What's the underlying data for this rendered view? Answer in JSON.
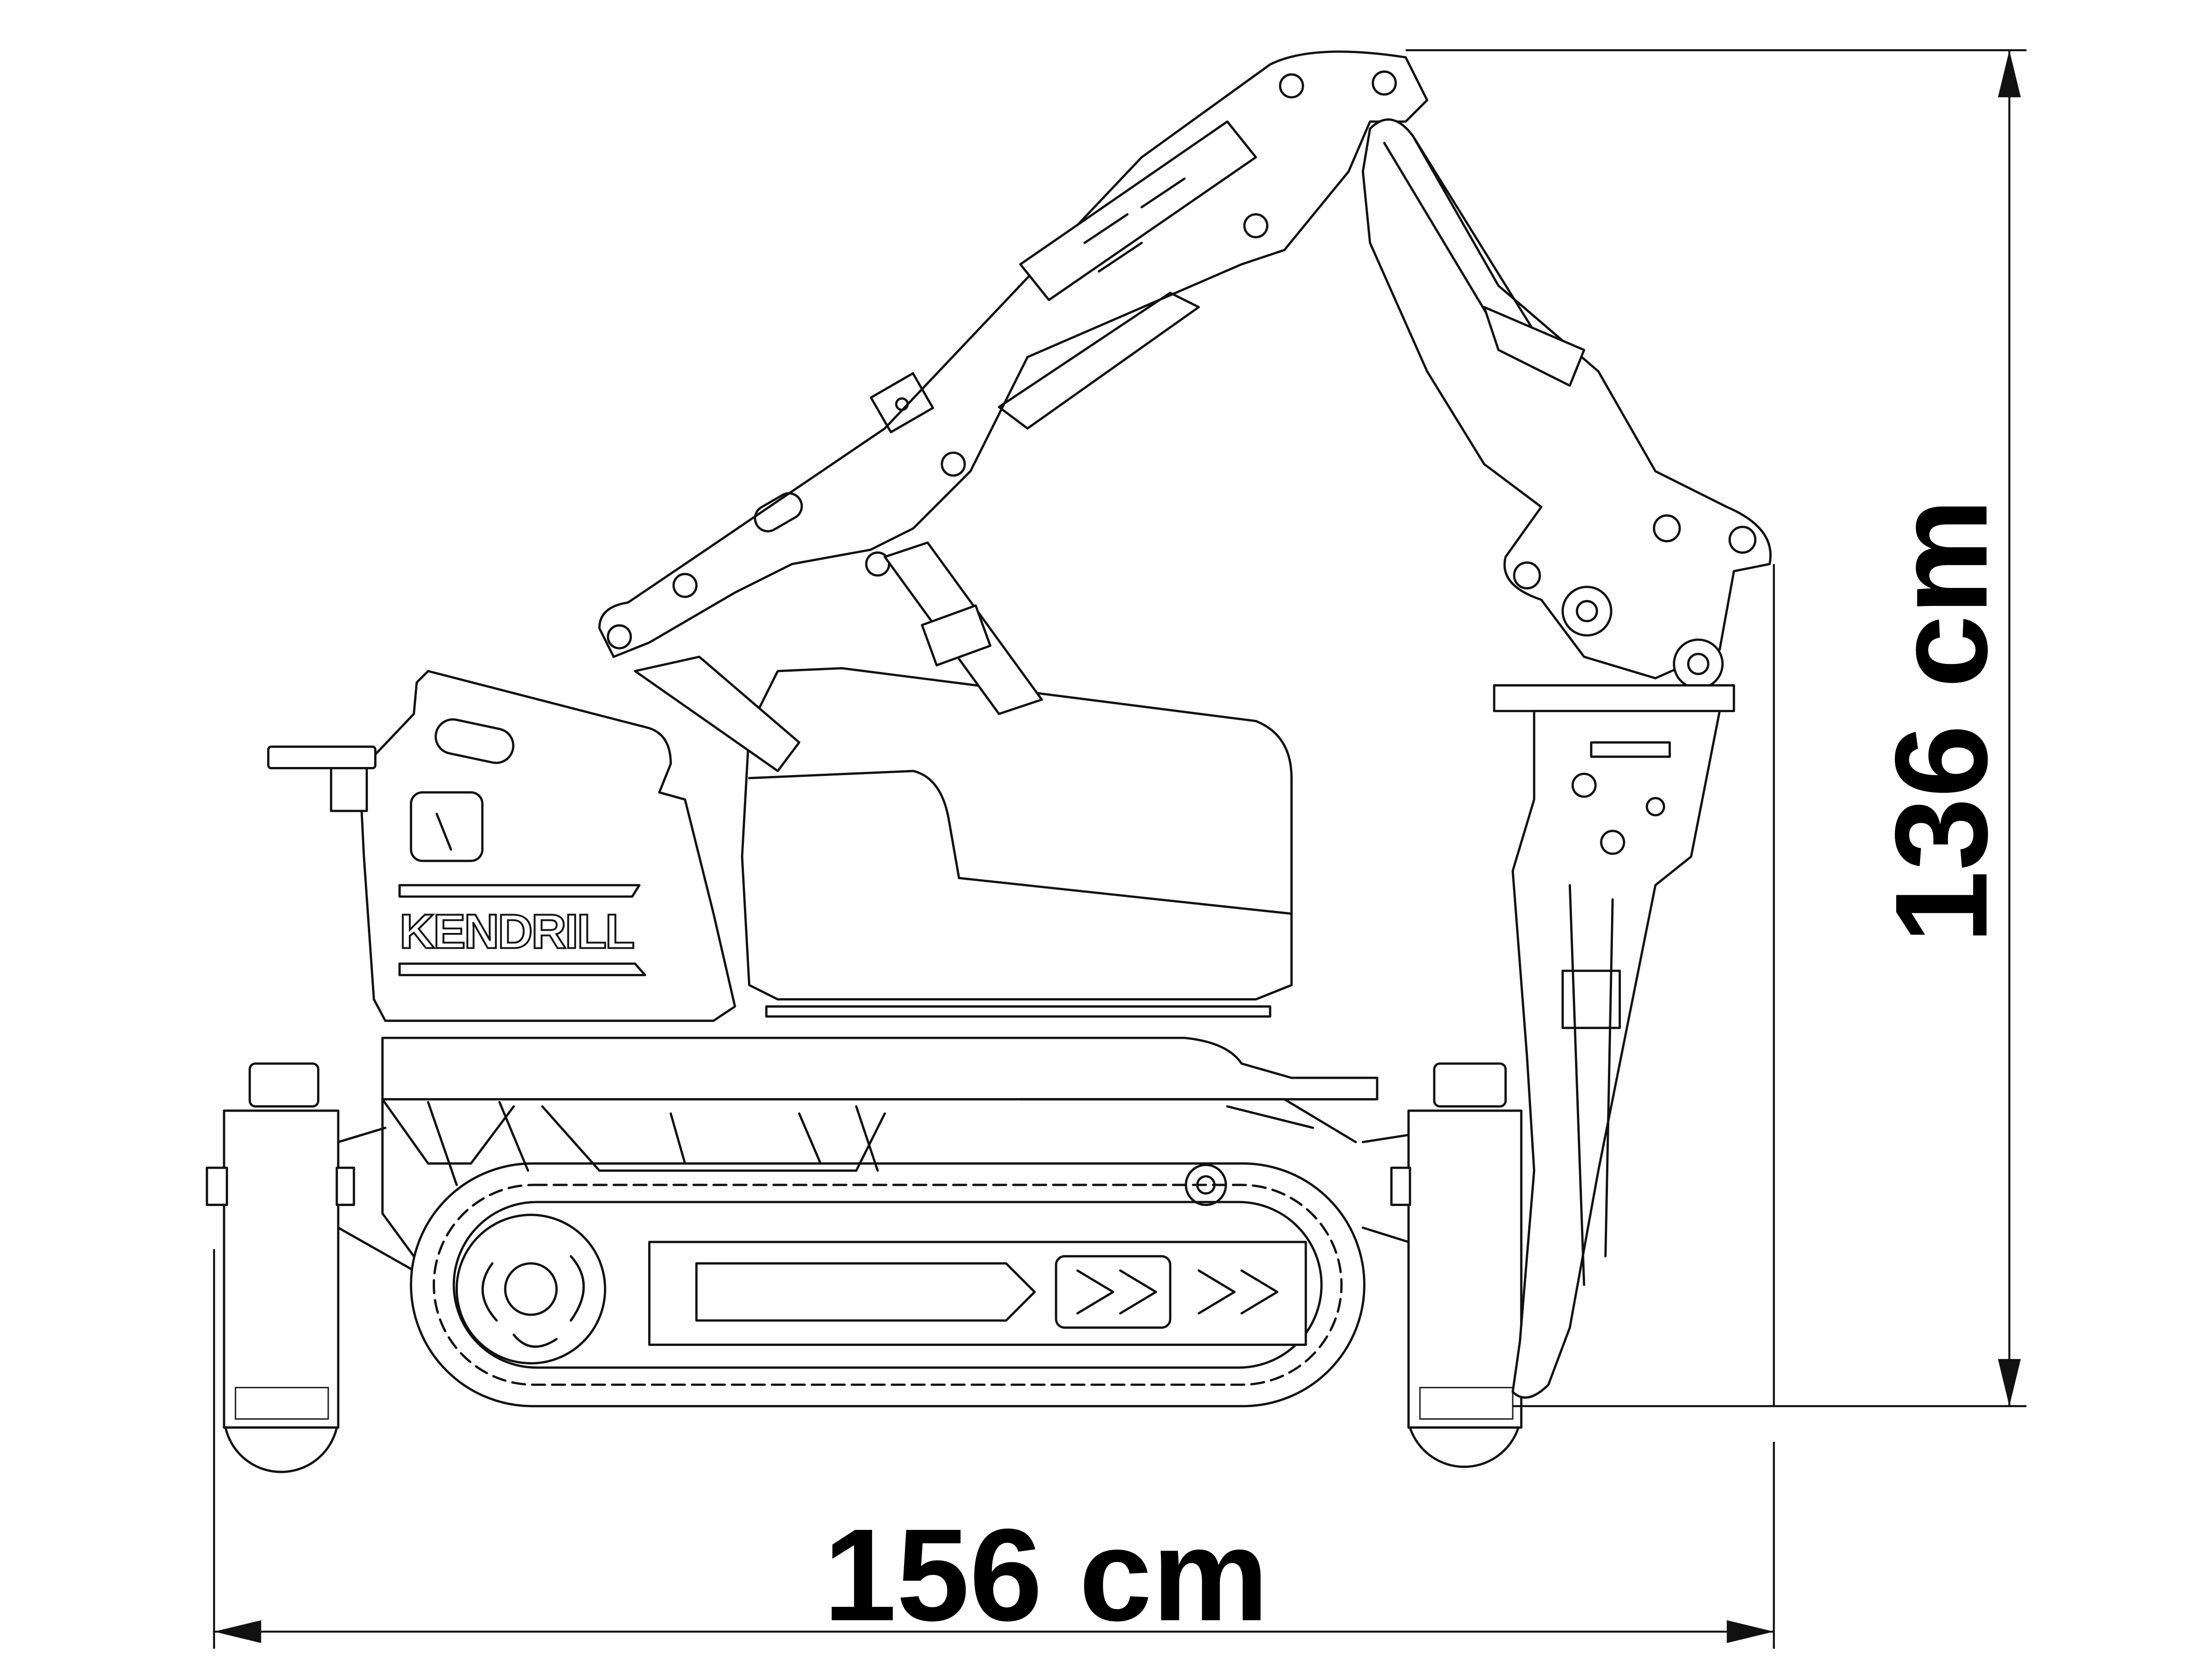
{
  "brand": "KENDRILL",
  "dimensions": {
    "height_label": "136 cm",
    "length_label": "156 cm"
  },
  "colors": {
    "line": "#111111",
    "background": "#ffffff"
  }
}
